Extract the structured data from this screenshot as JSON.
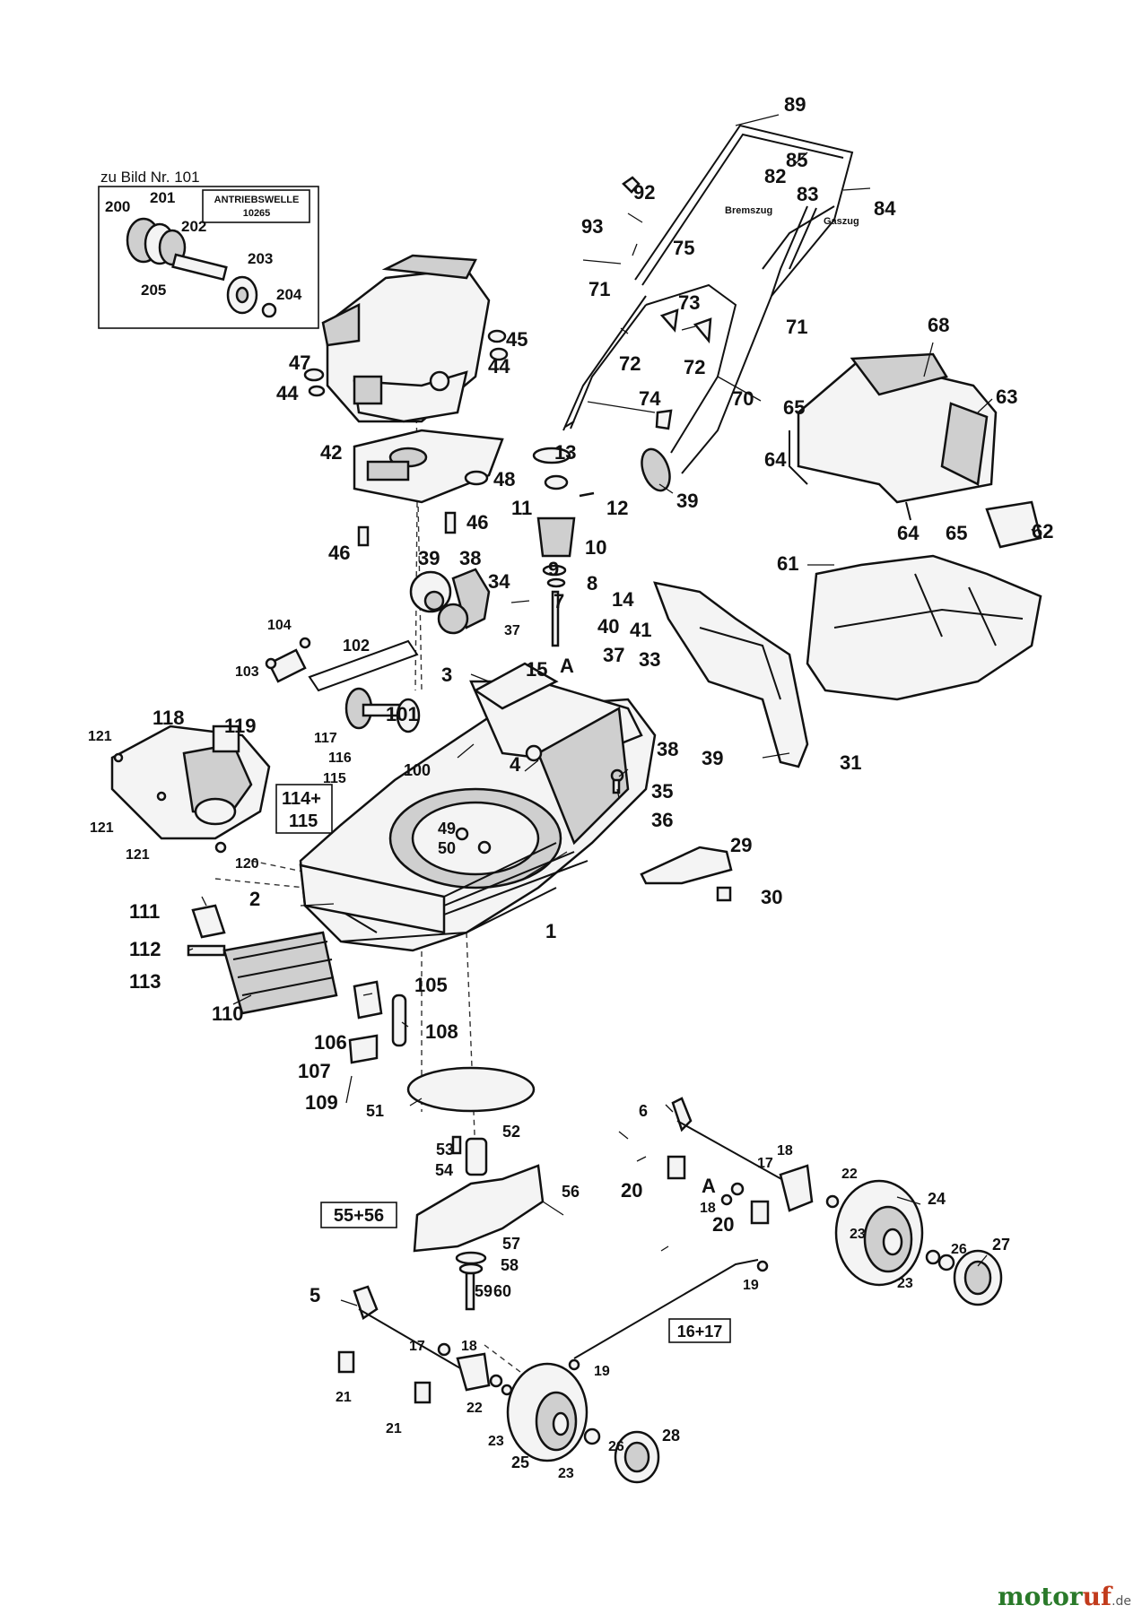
{
  "inset": {
    "title": "zu Bild Nr. 101",
    "box_line1": "ANTRIEBSWELLE",
    "box_line2": "10265",
    "labels": [
      "200",
      "201",
      "202",
      "203",
      "204",
      "205"
    ]
  },
  "cables": {
    "brake": "Bremszug",
    "throttle": "Gaszug"
  },
  "marker": "A",
  "groups": {
    "g1": "114+",
    "g1b": "115",
    "g2": "55+56",
    "g3": "16+17"
  },
  "watermark": {
    "part1": "motor",
    "part2": "uf",
    "part3": ".de"
  },
  "callouts": [
    {
      "t": "89"
    },
    {
      "t": "85"
    },
    {
      "t": "82"
    },
    {
      "t": "83"
    },
    {
      "t": "84"
    },
    {
      "t": "92"
    },
    {
      "t": "93"
    },
    {
      "t": "75"
    },
    {
      "t": "71"
    },
    {
      "t": "71"
    },
    {
      "t": "73"
    },
    {
      "t": "72"
    },
    {
      "t": "72"
    },
    {
      "t": "70"
    },
    {
      "t": "74"
    },
    {
      "t": "39"
    },
    {
      "t": "68"
    },
    {
      "t": "63"
    },
    {
      "t": "65"
    },
    {
      "t": "64"
    },
    {
      "t": "64"
    },
    {
      "t": "65"
    },
    {
      "t": "62"
    },
    {
      "t": "45"
    },
    {
      "t": "47"
    },
    {
      "t": "44"
    },
    {
      "t": "44"
    },
    {
      "t": "42"
    },
    {
      "t": "48"
    },
    {
      "t": "46"
    },
    {
      "t": "46"
    },
    {
      "t": "13"
    },
    {
      "t": "11"
    },
    {
      "t": "12"
    },
    {
      "t": "10"
    },
    {
      "t": "9"
    },
    {
      "t": "8"
    },
    {
      "t": "7"
    },
    {
      "t": "14"
    },
    {
      "t": "39"
    },
    {
      "t": "38"
    },
    {
      "t": "34"
    },
    {
      "t": "37"
    },
    {
      "t": "40"
    },
    {
      "t": "41"
    },
    {
      "t": "15"
    },
    {
      "t": "37"
    },
    {
      "t": "33"
    },
    {
      "t": "61"
    },
    {
      "t": "104"
    },
    {
      "t": "102"
    },
    {
      "t": "103"
    },
    {
      "t": "3"
    },
    {
      "t": "101"
    },
    {
      "t": "121"
    },
    {
      "t": "118"
    },
    {
      "t": "119"
    },
    {
      "t": "117"
    },
    {
      "t": "116"
    },
    {
      "t": "115"
    },
    {
      "t": "100"
    },
    {
      "t": "4"
    },
    {
      "t": "38"
    },
    {
      "t": "39"
    },
    {
      "t": "31"
    },
    {
      "t": "35"
    },
    {
      "t": "36"
    },
    {
      "t": "121"
    },
    {
      "t": "121"
    },
    {
      "t": "49"
    },
    {
      "t": "50"
    },
    {
      "t": "120"
    },
    {
      "t": "29"
    },
    {
      "t": "30"
    },
    {
      "t": "2"
    },
    {
      "t": "1"
    },
    {
      "t": "111"
    },
    {
      "t": "112"
    },
    {
      "t": "113"
    },
    {
      "t": "105"
    },
    {
      "t": "110"
    },
    {
      "t": "108"
    },
    {
      "t": "106"
    },
    {
      "t": "107"
    },
    {
      "t": "109"
    },
    {
      "t": "51"
    },
    {
      "t": "52"
    },
    {
      "t": "53"
    },
    {
      "t": "54"
    },
    {
      "t": "56"
    },
    {
      "t": "6"
    },
    {
      "t": "17"
    },
    {
      "t": "18"
    },
    {
      "t": "22"
    },
    {
      "t": "24"
    },
    {
      "t": "20"
    },
    {
      "t": "18"
    },
    {
      "t": "20"
    },
    {
      "t": "23"
    },
    {
      "t": "57"
    },
    {
      "t": "58"
    },
    {
      "t": "59"
    },
    {
      "t": "60"
    },
    {
      "t": "26"
    },
    {
      "t": "27"
    },
    {
      "t": "23"
    },
    {
      "t": "19"
    },
    {
      "t": "5"
    },
    {
      "t": "17"
    },
    {
      "t": "18"
    },
    {
      "t": "19"
    },
    {
      "t": "21"
    },
    {
      "t": "22"
    },
    {
      "t": "21"
    },
    {
      "t": "23"
    },
    {
      "t": "26"
    },
    {
      "t": "28"
    },
    {
      "t": "25"
    },
    {
      "t": "23"
    }
  ]
}
